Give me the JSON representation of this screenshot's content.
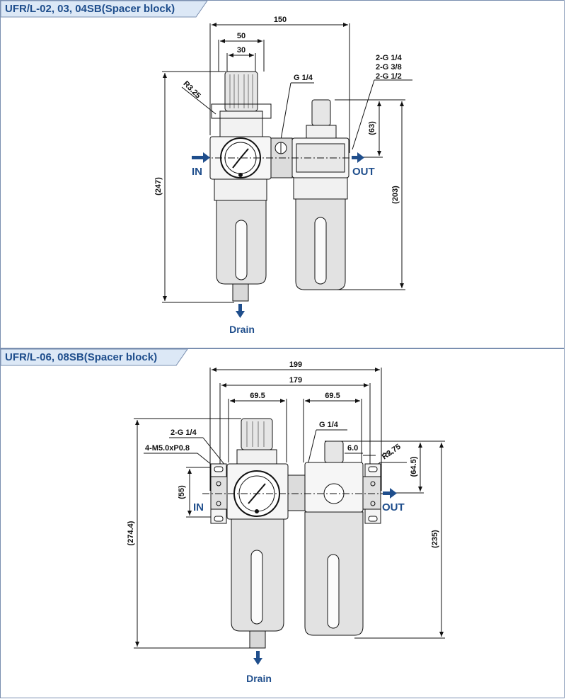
{
  "diagrams": [
    {
      "title": "UFR/L-02, 03, 04SB(Spacer block)",
      "dims": {
        "overall_width": "150",
        "width_50": "50",
        "width_30": "30",
        "radius": "R3.25",
        "port_gauge": "G 1/4",
        "thread_1": "2-G 1/4",
        "thread_2": "2-G 3/8",
        "thread_3": "2-G 1/2",
        "dim_63": "(63)",
        "dim_247": "(247)",
        "dim_203": "(203)"
      },
      "labels": {
        "in": "IN",
        "out": "OUT",
        "drain": "Drain"
      }
    },
    {
      "title": "UFR/L-06, 08SB(Spacer block)",
      "dims": {
        "overall_width": "199",
        "width_179": "179",
        "width_695_left": "69.5",
        "width_695_right": "69.5",
        "thread": "2-G 1/4",
        "mount": "4-M5.0xP0.8",
        "port_gauge": "G 1/4",
        "dim_6": "6.0",
        "radius": "R2.75",
        "dim_55": "(55)",
        "dim_645": "(64.5)",
        "dim_2744": "(274.4)",
        "dim_235": "(235)"
      },
      "labels": {
        "in": "IN",
        "out": "OUT",
        "drain": "Drain"
      }
    }
  ],
  "colors": {
    "accent": "#1f4e8c",
    "tab": "#dce8f6",
    "line": "#111111",
    "body": "#e8e8e8"
  }
}
